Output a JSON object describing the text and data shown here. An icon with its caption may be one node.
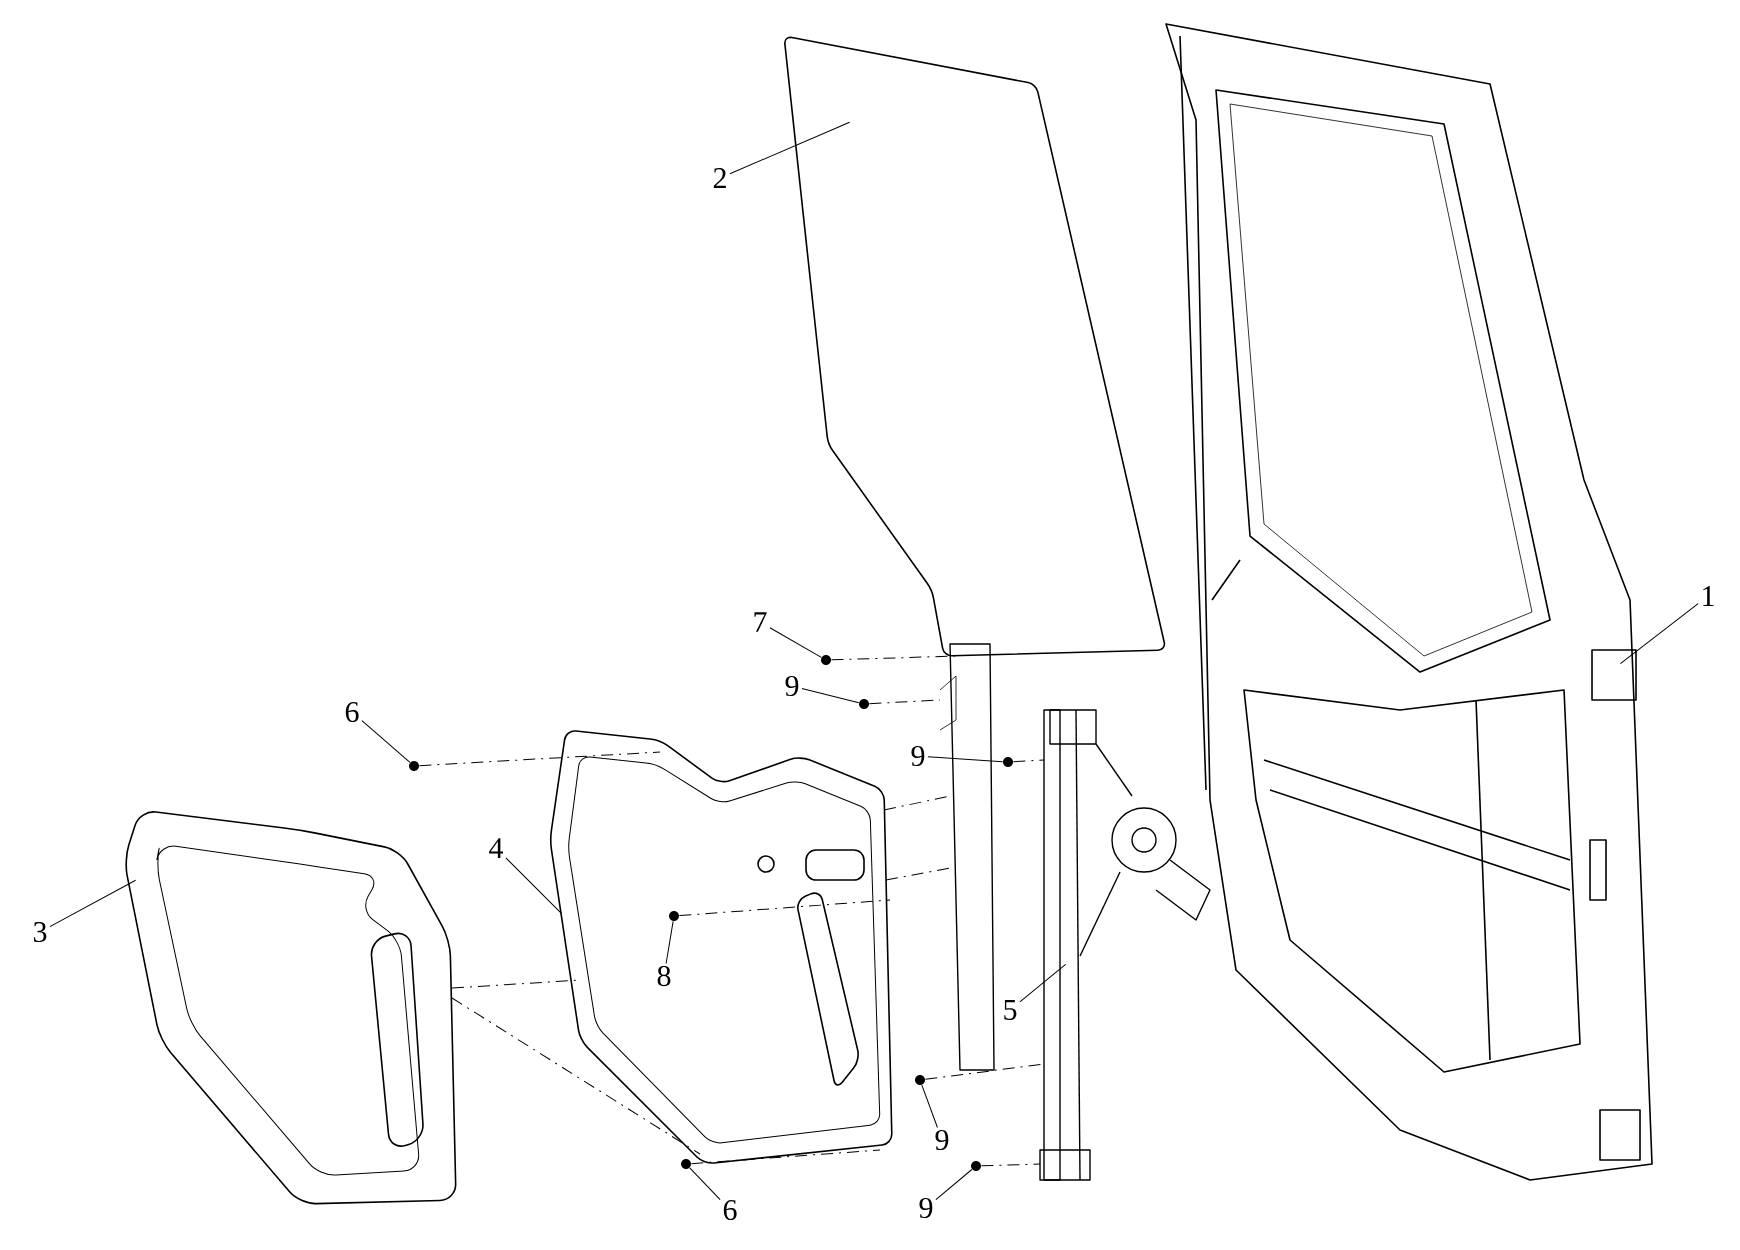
{
  "diagram": {
    "nodes": [
      {
        "text": [
          "1"
        ]
      },
      {
        "text": [
          "2"
        ]
      },
      {
        "text": [
          "3"
        ]
      },
      {
        "text": [
          "4"
        ]
      },
      {
        "text": [
          "5"
        ]
      },
      {
        "text": [
          "6"
        ]
      },
      {
        "text": [
          "7"
        ]
      },
      {
        "text": [
          "9"
        ]
      },
      {
        "text": [
          "9"
        ]
      },
      {
        "text": [
          "8"
        ],
        "in": 16
      },
      {
        "text": [
          "9"
        ]
      },
      {
        "text": [
          "6"
        ]
      },
      {
        "text": [
          "9"
        ]
      },
      {
        "text": [],
        "shape": "picture"
      },
      {
        "text": [],
        "shape": "picture"
      },
      {
        "text": [],
        "shape": "picture"
      },
      {
        "text": [],
        "shape": "picture"
      },
      {
        "text": [],
        "shape": "picture"
      },
      {
        "text": [],
        "shape": "picture"
      },
      {
        "text": [],
        "shape": "circle"
      },
      {
        "text": [],
        "shape": "circle"
      },
      {
        "text": [],
        "shape": "circle"
      },
      {
        "text": [],
        "shape": "circle"
      },
      {
        "text": [],
        "shape": "circle",
        "in": 16
      },
      {
        "text": [],
        "shape": "circle"
      },
      {
        "text": [],
        "shape": "circle"
      },
      {
        "text": [],
        "shape": "circle"
      }
    ],
    "edges": [
      {
        "from": 0,
        "to": 13,
        "arrow": "none"
      },
      {
        "from": 1,
        "to": 14,
        "arrow": "none"
      },
      {
        "from": 2,
        "to": 15,
        "arrow": "none"
      },
      {
        "from": 3,
        "to": 16,
        "arrow": "none"
      },
      {
        "from": 4,
        "to": 17,
        "arrow": "none"
      },
      {
        "from": 5,
        "to": 19,
        "arrow": "none"
      },
      {
        "from": 6,
        "to": 20,
        "arrow": "none"
      },
      {
        "from": 7,
        "to": 21,
        "arrow": "none"
      },
      {
        "from": 8,
        "to": 22,
        "arrow": "none"
      },
      {
        "from": 9,
        "to": 23,
        "arrow": "none"
      },
      {
        "from": 10,
        "to": 24,
        "arrow": "none"
      },
      {
        "from": 11,
        "to": 25,
        "arrow": "none"
      },
      {
        "from": 12,
        "to": 26,
        "arrow": "none"
      },
      {
        "from": 19,
        "to": 16,
        "arrow": "none",
        "style": "dashed"
      },
      {
        "from": 20,
        "to": 18,
        "arrow": "none",
        "style": "dashed"
      },
      {
        "from": 21,
        "to": 18,
        "arrow": "none",
        "style": "dashed"
      },
      {
        "from": 22,
        "to": 17,
        "arrow": "none",
        "style": "dashed"
      },
      {
        "from": 23,
        "to": 16,
        "arrow": "none",
        "style": "dashed"
      },
      {
        "from": 24,
        "to": 17,
        "arrow": "none",
        "style": "dashed"
      },
      {
        "from": 25,
        "to": 16,
        "arrow": "none",
        "style": "dashed"
      },
      {
        "from": 26,
        "to": 17,
        "arrow": "none",
        "style": "dashed"
      },
      {
        "from": 15,
        "to": 16,
        "arrow": "none",
        "style": "dashed"
      },
      {
        "from": 15,
        "to": 16,
        "arrow": "none",
        "style": "dashed"
      },
      {
        "from": 16,
        "to": 18,
        "arrow": "none",
        "style": "dashed"
      },
      {
        "from": 16,
        "to": 18,
        "arrow": "none",
        "style": "dashed"
      }
    ]
  }
}
